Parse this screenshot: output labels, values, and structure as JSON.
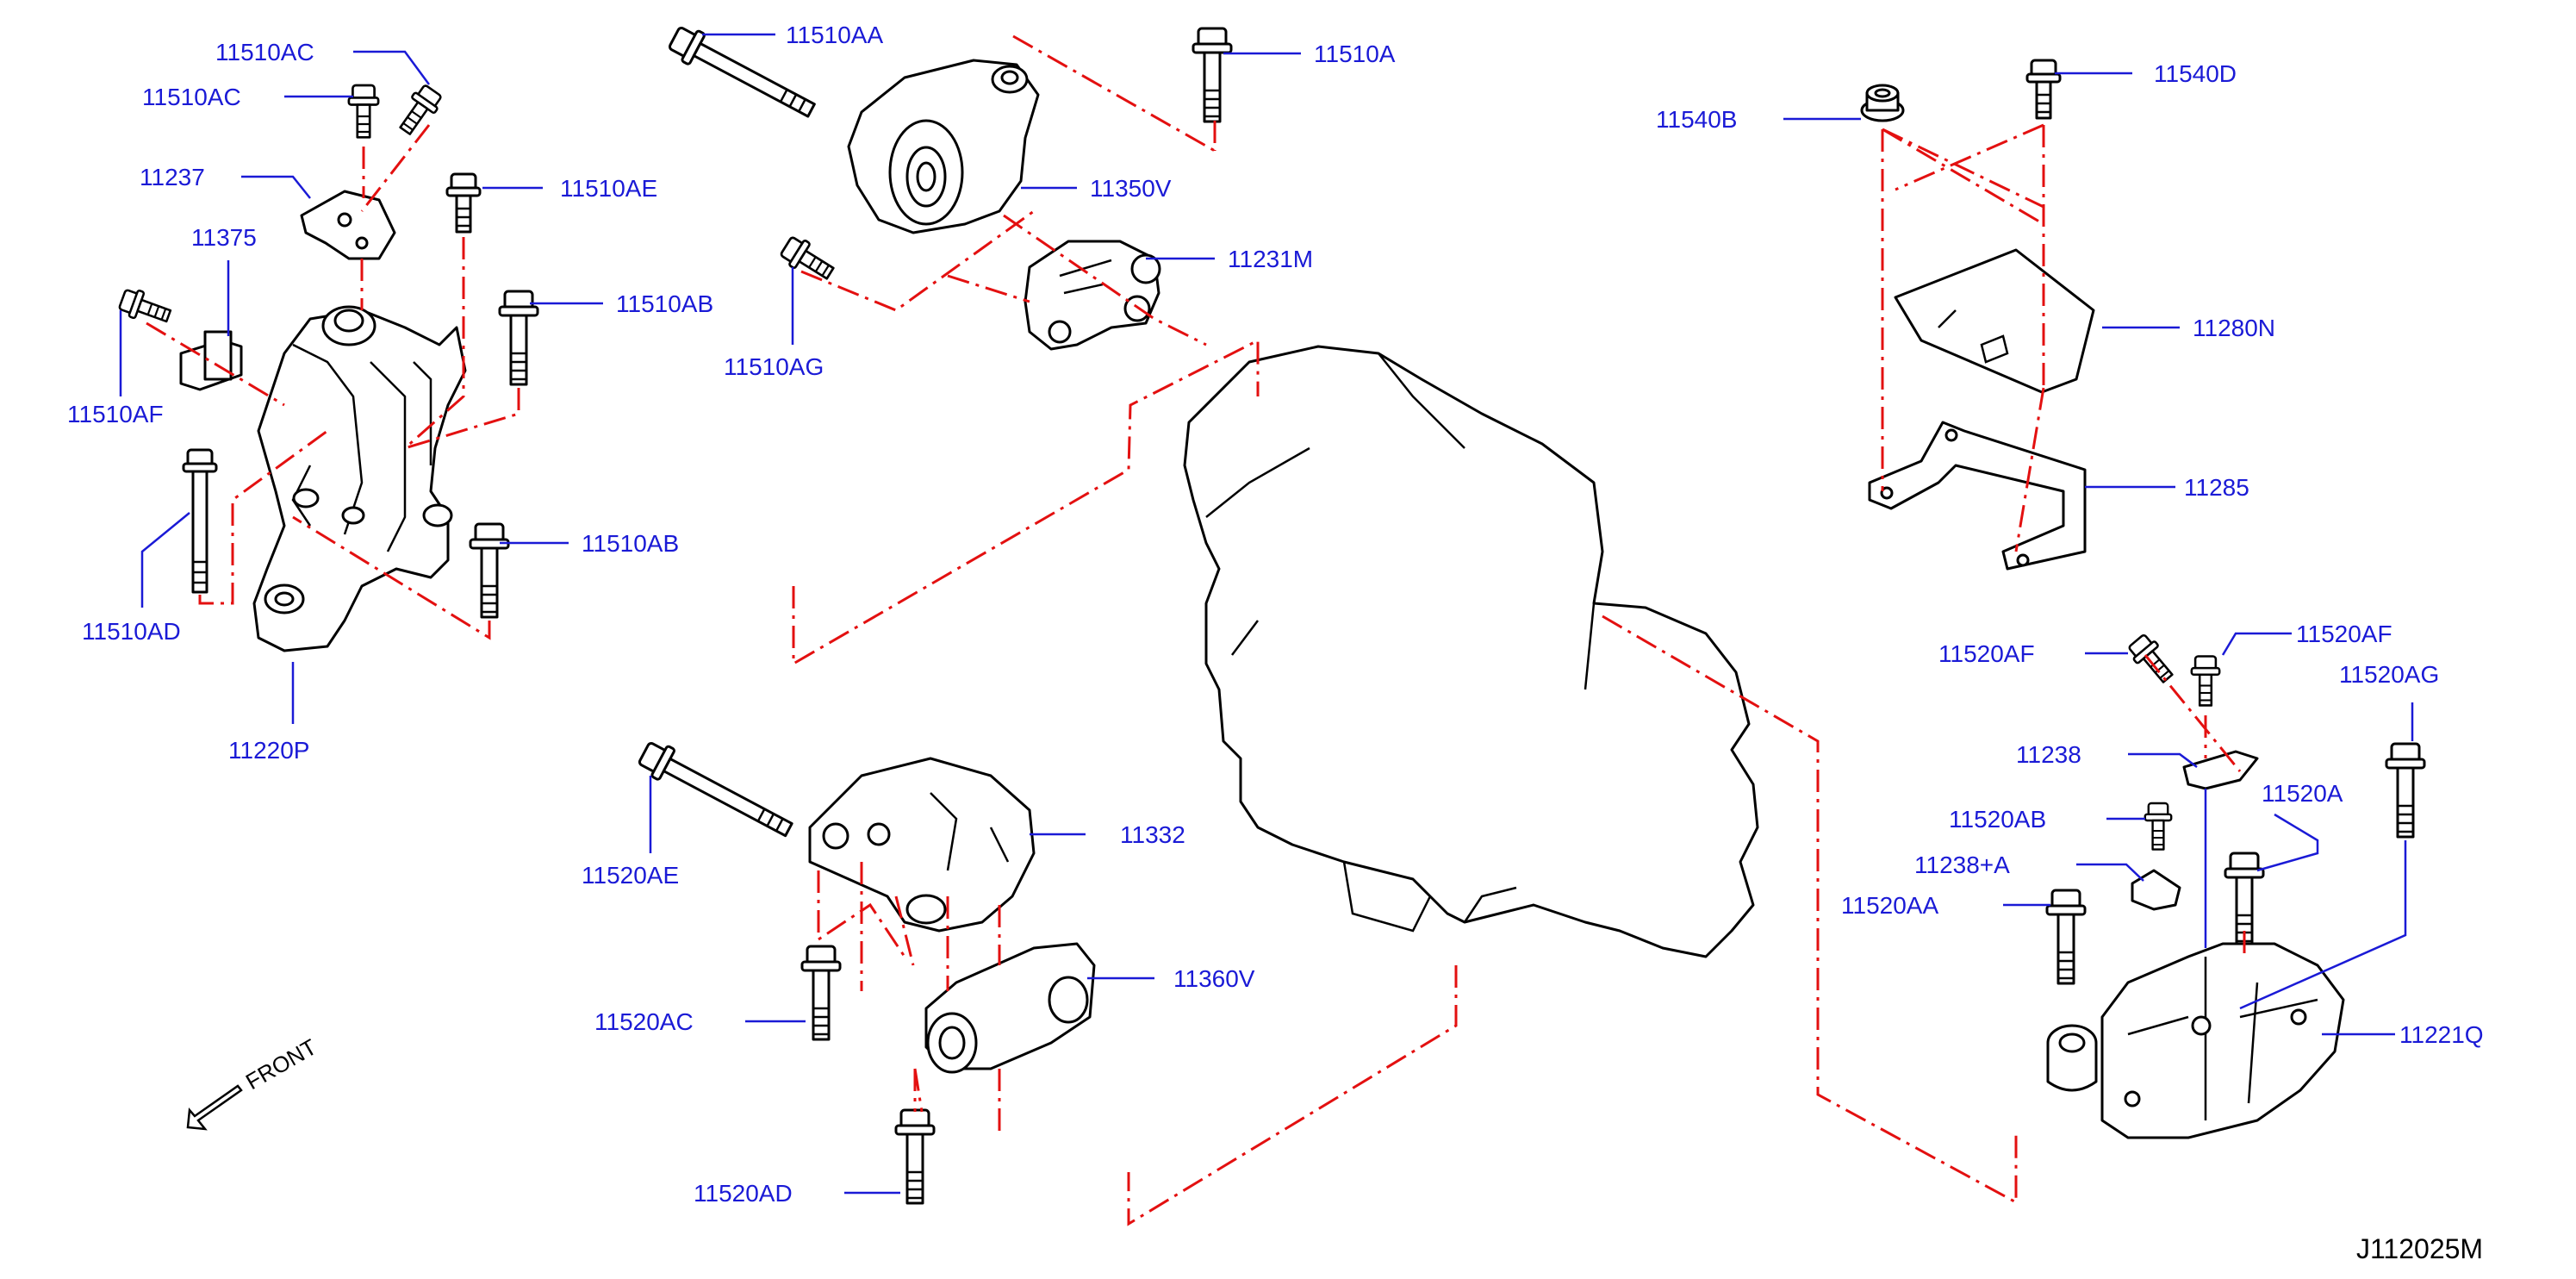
{
  "labels": [
    {
      "id": "11510AC_a",
      "text": "11510AC"
    },
    {
      "id": "11510AC_b",
      "text": "11510AC"
    },
    {
      "id": "11237",
      "text": "11237"
    },
    {
      "id": "11510AE",
      "text": "11510AE"
    },
    {
      "id": "11375",
      "text": "11375"
    },
    {
      "id": "11510AB_a",
      "text": "11510AB"
    },
    {
      "id": "11510AF",
      "text": "11510AF"
    },
    {
      "id": "11510AB_b",
      "text": "11510AB"
    },
    {
      "id": "11510AD",
      "text": "11510AD"
    },
    {
      "id": "11220P",
      "text": "11220P"
    },
    {
      "id": "11510AA",
      "text": "11510AA"
    },
    {
      "id": "11510A",
      "text": "11510A"
    },
    {
      "id": "11350V",
      "text": "11350V"
    },
    {
      "id": "11231M",
      "text": "11231M"
    },
    {
      "id": "11510AG",
      "text": "11510AG"
    },
    {
      "id": "11540B",
      "text": "11540B"
    },
    {
      "id": "11540D",
      "text": "11540D"
    },
    {
      "id": "11280N",
      "text": "11280N"
    },
    {
      "id": "11285",
      "text": "11285"
    },
    {
      "id": "11520AF_a",
      "text": "11520AF"
    },
    {
      "id": "11520AF_b",
      "text": "11520AF"
    },
    {
      "id": "11520AG",
      "text": "11520AG"
    },
    {
      "id": "11238",
      "text": "11238"
    },
    {
      "id": "11520A",
      "text": "11520A"
    },
    {
      "id": "11520AB",
      "text": "11520AB"
    },
    {
      "id": "11238+A",
      "text": "11238+A"
    },
    {
      "id": "11520AA",
      "text": "11520AA"
    },
    {
      "id": "11221Q",
      "text": "11221Q"
    },
    {
      "id": "11520AE",
      "text": "11520AE"
    },
    {
      "id": "11332",
      "text": "11332"
    },
    {
      "id": "11360V",
      "text": "11360V"
    },
    {
      "id": "11520AC",
      "text": "11520AC"
    },
    {
      "id": "11520AD",
      "text": "11520AD"
    }
  ],
  "front_label": "FRONT",
  "reference_code": "J112025M",
  "colors": {
    "label": "#1a1ad6",
    "centerline": "#e31010",
    "outline": "#000000",
    "background": "#ffffff"
  },
  "icons": [
    "bolt-icon",
    "nut-icon",
    "front-arrow-icon"
  ]
}
